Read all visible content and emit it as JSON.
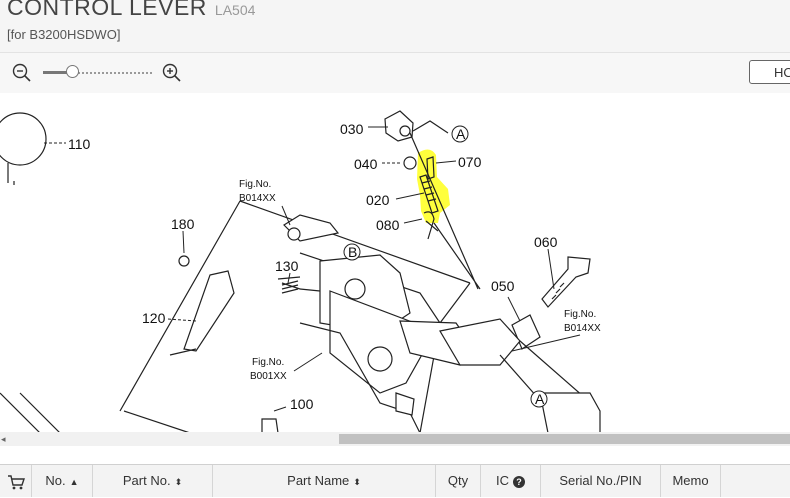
{
  "header": {
    "title": "CONTROL LEVER",
    "code": "LA504",
    "subtitle": "[for B3200HSDWO]"
  },
  "toolbar": {
    "zoom_out_icon": "zoom-out-icon",
    "zoom_in_icon": "zoom-in-icon",
    "zoom_level": 0.25,
    "hotspot_button_label": "HO"
  },
  "diagram": {
    "highlight_color": "#ffff00",
    "callouts": {
      "c110": "110",
      "c030": "030",
      "c040": "040",
      "c070": "070",
      "c020": "020",
      "c080": "080",
      "c180": "180",
      "c130": "130",
      "c120": "120",
      "c060": "060",
      "c050": "050",
      "c100": "100"
    },
    "refs": {
      "a1": "A",
      "a2": "A",
      "b": "B"
    },
    "figs": {
      "fig1_label": "Fig.No.",
      "fig1_code": "B014XX",
      "fig2_label": "Fig.No.",
      "fig2_code": "B014XX",
      "fig3_label": "Fig.No.",
      "fig3_code": "B001XX"
    }
  },
  "table": {
    "cart_icon": "cart-icon",
    "columns": {
      "no": "No.",
      "part_no": "Part No.",
      "part_name": "Part Name",
      "qty": "Qty",
      "ic": "IC",
      "serial": "Serial No./PIN",
      "memo": "Memo"
    },
    "sort_icon": "sort-icon",
    "help_icon": "question-circle-icon"
  }
}
